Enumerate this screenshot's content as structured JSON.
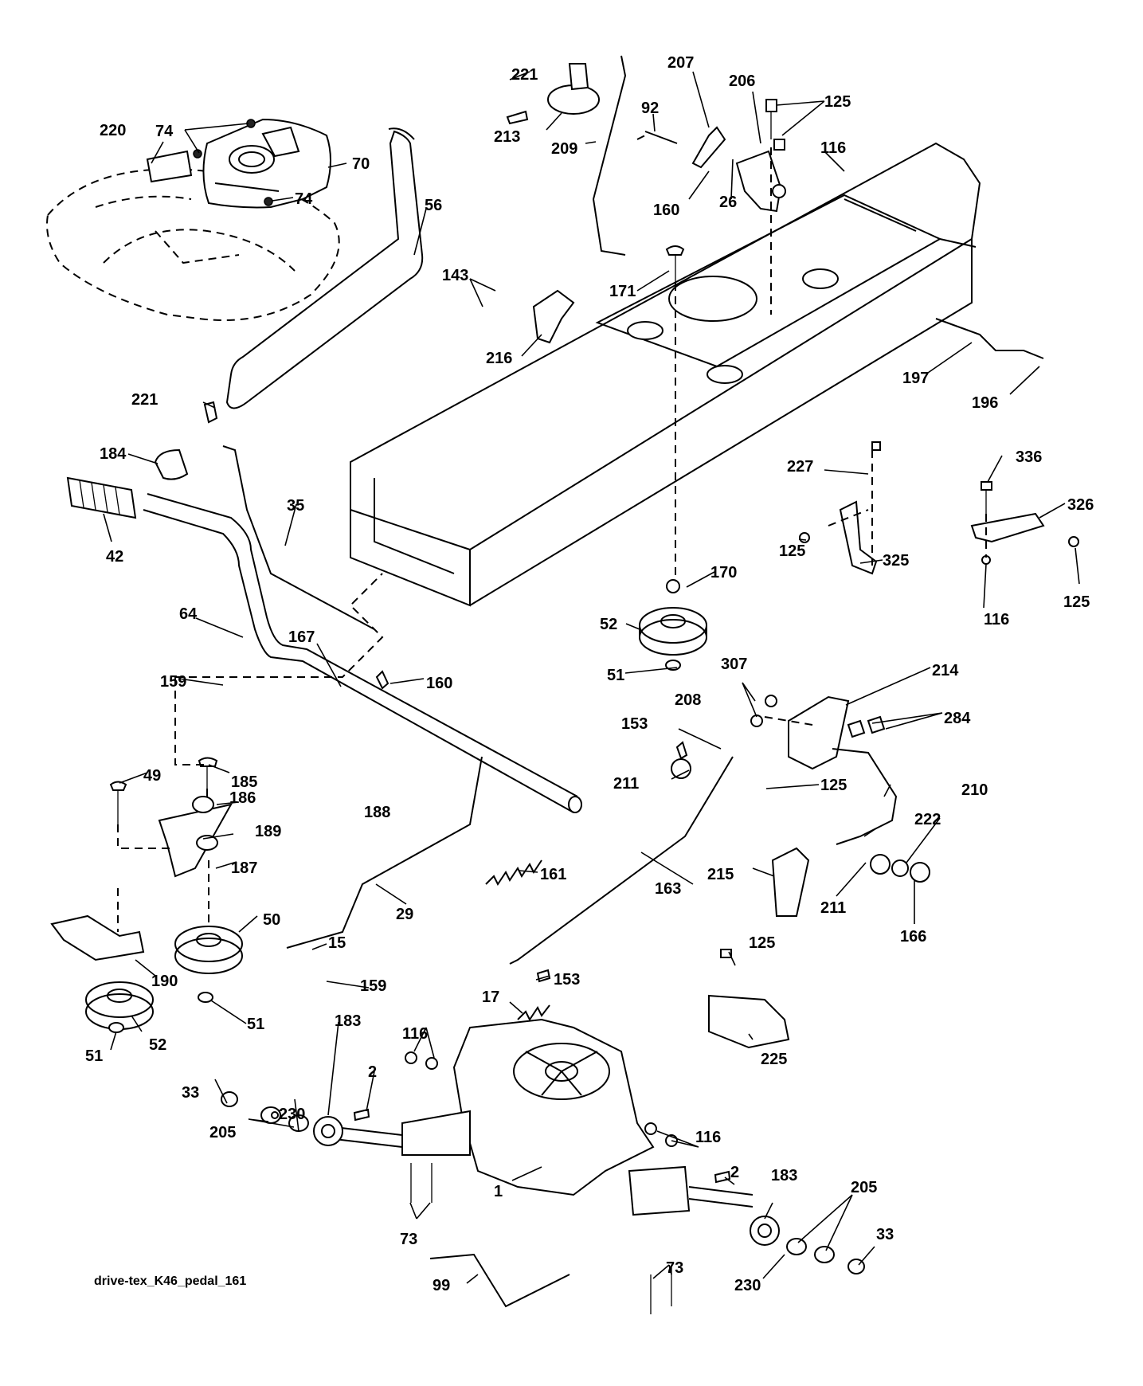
{
  "caption": "drive-tex_K46_pedal_161",
  "callouts": [
    {
      "label": "221"
    },
    {
      "label": "207"
    },
    {
      "label": "206"
    },
    {
      "label": "125"
    },
    {
      "label": "74"
    },
    {
      "label": "220"
    },
    {
      "label": "92"
    },
    {
      "label": "213"
    },
    {
      "label": "70"
    },
    {
      "label": "209"
    },
    {
      "label": "116"
    },
    {
      "label": "160"
    },
    {
      "label": "26"
    },
    {
      "label": "74"
    },
    {
      "label": "56"
    },
    {
      "label": "143"
    },
    {
      "label": "171"
    },
    {
      "label": "216"
    },
    {
      "label": "197"
    },
    {
      "label": "196"
    },
    {
      "label": "221"
    },
    {
      "label": "184"
    },
    {
      "label": "227"
    },
    {
      "label": "336"
    },
    {
      "label": "35"
    },
    {
      "label": "326"
    },
    {
      "label": "42"
    },
    {
      "label": "125"
    },
    {
      "label": "325"
    },
    {
      "label": "170"
    },
    {
      "label": "125"
    },
    {
      "label": "64"
    },
    {
      "label": "116"
    },
    {
      "label": "52"
    },
    {
      "label": "167"
    },
    {
      "label": "307"
    },
    {
      "label": "214"
    },
    {
      "label": "159"
    },
    {
      "label": "160"
    },
    {
      "label": "51"
    },
    {
      "label": "208"
    },
    {
      "label": "284"
    },
    {
      "label": "153"
    },
    {
      "label": "185"
    },
    {
      "label": "49"
    },
    {
      "label": "211"
    },
    {
      "label": "125"
    },
    {
      "label": "210"
    },
    {
      "label": "186"
    },
    {
      "label": "188"
    },
    {
      "label": "222"
    },
    {
      "label": "189"
    },
    {
      "label": "187"
    },
    {
      "label": "161"
    },
    {
      "label": "215"
    },
    {
      "label": "163"
    },
    {
      "label": "211"
    },
    {
      "label": "29"
    },
    {
      "label": "50"
    },
    {
      "label": "166"
    },
    {
      "label": "15"
    },
    {
      "label": "125"
    },
    {
      "label": "190"
    },
    {
      "label": "159"
    },
    {
      "label": "153"
    },
    {
      "label": "17"
    },
    {
      "label": "51"
    },
    {
      "label": "183"
    },
    {
      "label": "116"
    },
    {
      "label": "52"
    },
    {
      "label": "225"
    },
    {
      "label": "51"
    },
    {
      "label": "2"
    },
    {
      "label": "33"
    },
    {
      "label": "230"
    },
    {
      "label": "205"
    },
    {
      "label": "116"
    },
    {
      "label": "2"
    },
    {
      "label": "183"
    },
    {
      "label": "205"
    },
    {
      "label": "1"
    },
    {
      "label": "73"
    },
    {
      "label": "33"
    },
    {
      "label": "99"
    },
    {
      "label": "230"
    },
    {
      "label": "73"
    }
  ]
}
